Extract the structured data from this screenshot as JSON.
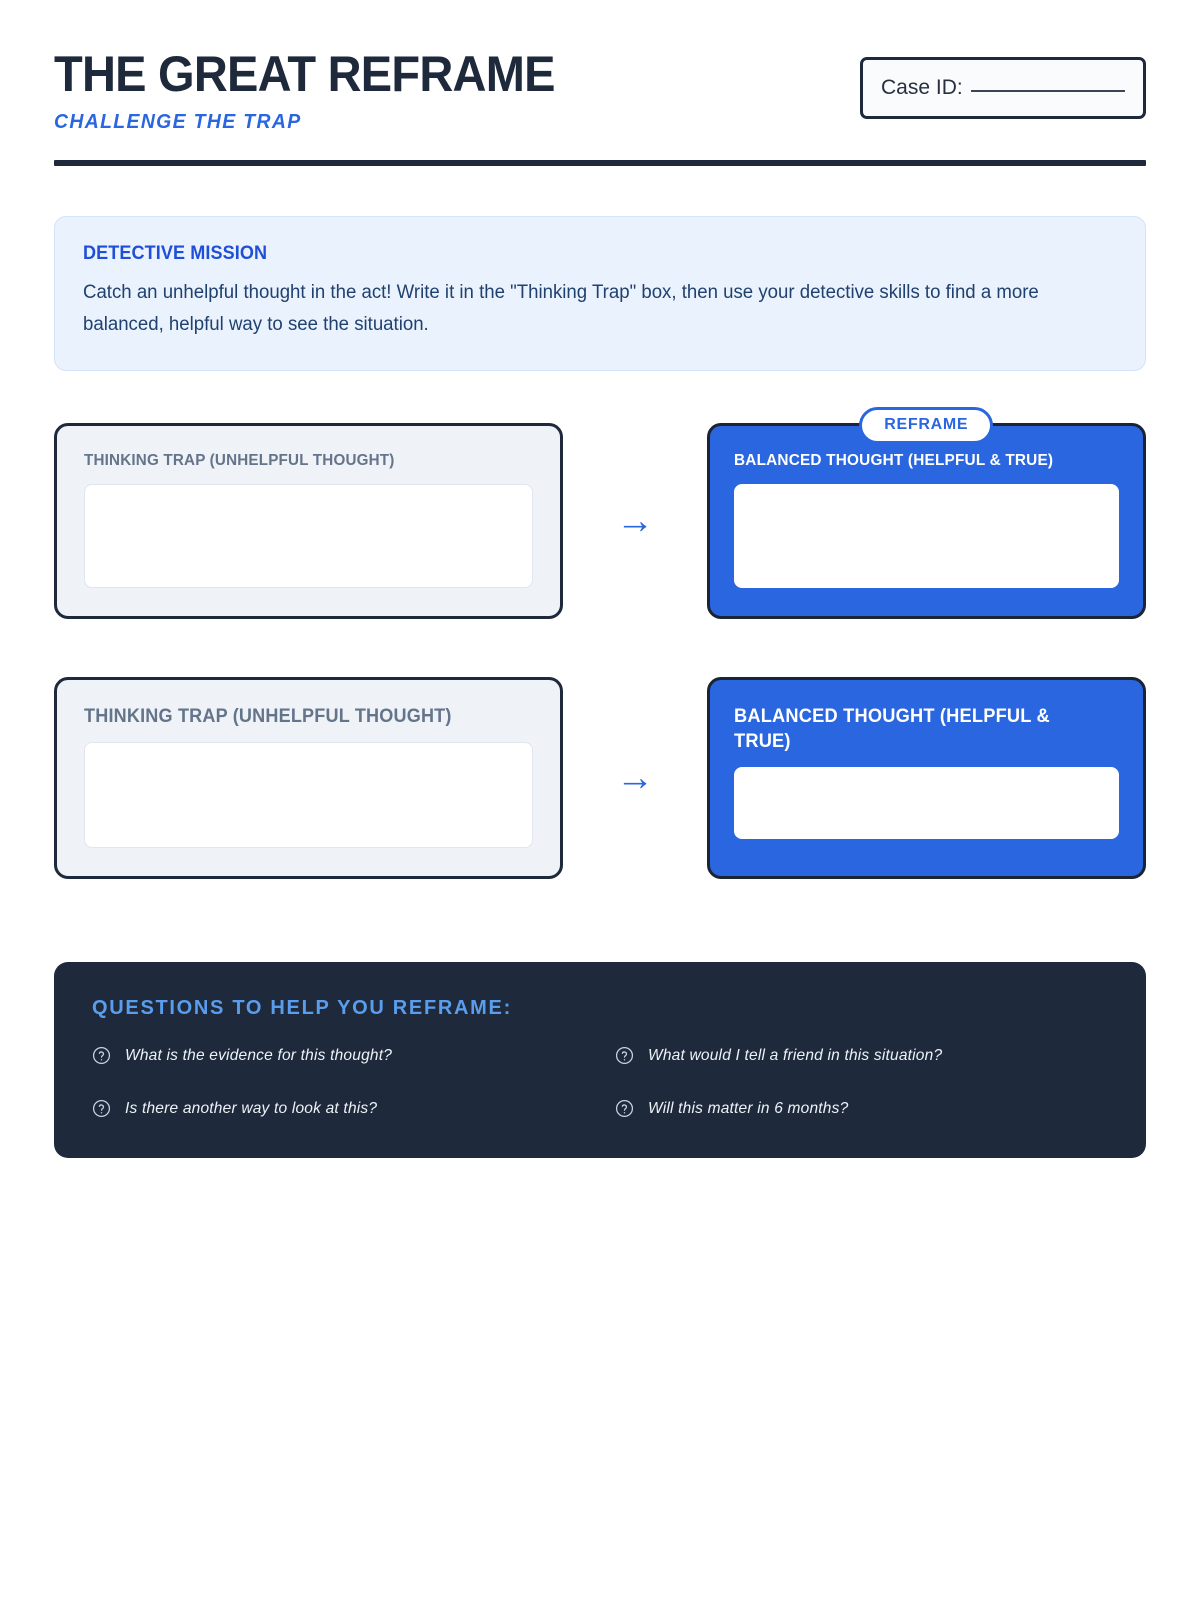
{
  "header": {
    "title": "THE GREAT REFRAME",
    "subtitle": "CHALLENGE THE TRAP",
    "case_label": "Case ID:"
  },
  "mission": {
    "title": "DETECTIVE MISSION",
    "body": "Catch an unhelpful thought in the act! Write it in the \"Thinking Trap\" box, then use your detective skills to find a more balanced, helpful way to see the situation."
  },
  "rows": [
    {
      "trap_label": "THINKING TRAP (UNHELPFUL THOUGHT)",
      "arrow": "→",
      "badge": "REFRAME",
      "balanced_label": "BALANCED THOUGHT (HELPFUL & TRUE)",
      "trap_value": "",
      "balanced_value": ""
    },
    {
      "trap_label": "THINKING TRAP (UNHELPFUL THOUGHT)",
      "arrow": "→",
      "badge": "",
      "balanced_label": "BALANCED THOUGHT (HELPFUL & TRUE)",
      "trap_value": "",
      "balanced_value": ""
    }
  ],
  "questions": {
    "title": "QUESTIONS TO HELP YOU REFRAME:",
    "items": [
      {
        "icon": "question-circle-icon",
        "text": "What is the evidence for this thought?"
      },
      {
        "icon": "question-circle-icon",
        "text": "What would I tell a friend in this situation?"
      },
      {
        "icon": "question-circle-icon",
        "text": "Is there another way to look at this?"
      },
      {
        "icon": "question-circle-icon",
        "text": "Will this matter in 6 months?"
      }
    ]
  },
  "colors": {
    "navy": "#1e2a3c",
    "blue": "#2a66e0",
    "light_blue_panel": "#eaf2fd",
    "card_grey": "#eff2f7",
    "label_grey": "#64748b",
    "heading_blue": "#5a9ded"
  }
}
